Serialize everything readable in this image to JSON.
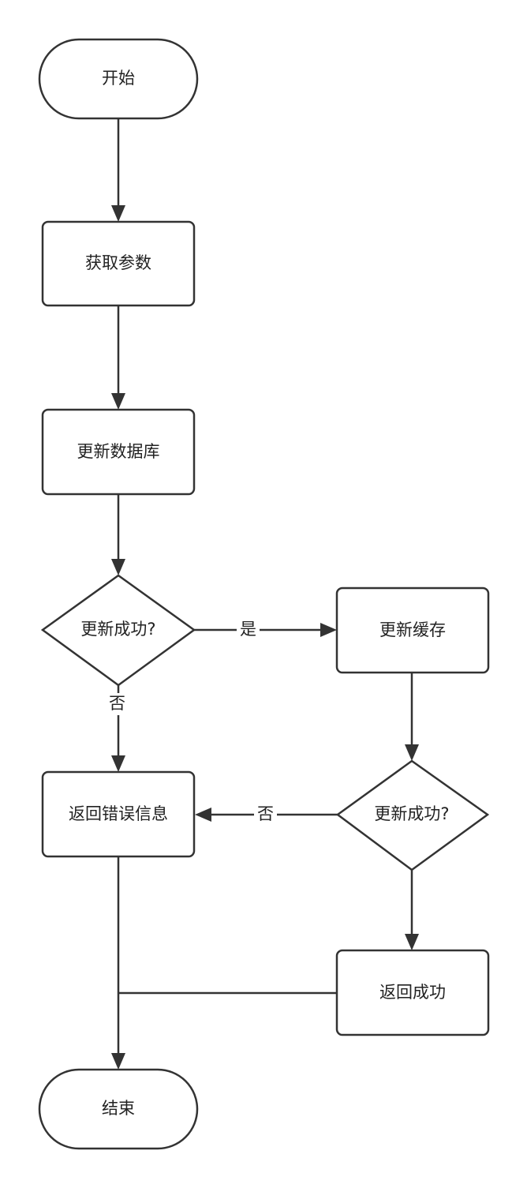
{
  "nodes": {
    "start": "开始",
    "get_params": "获取参数",
    "update_db": "更新数据库",
    "db_success": "更新成功?",
    "update_cache": "更新缓存",
    "cache_success": "更新成功?",
    "return_error": "返回错误信息",
    "return_success": "返回成功",
    "end": "结束"
  },
  "edges": {
    "db_yes": "是",
    "db_no": "否",
    "cache_no": "否"
  },
  "colors": {
    "stroke": "#333333",
    "fill": "#ffffff",
    "text": "#222222"
  }
}
